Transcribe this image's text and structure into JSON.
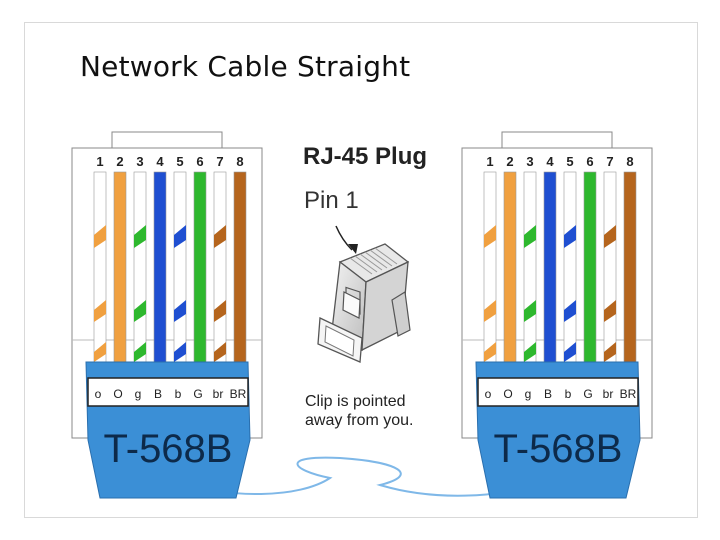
{
  "title": "Network Cable Straight",
  "plug_heading": "RJ-45 Plug",
  "pin_label": "Pin 1",
  "clip_note_line1": "Clip is pointed",
  "clip_note_line2": "away from you.",
  "connectors": [
    {
      "id": "left",
      "standard": "T-568B",
      "pin_numbers": [
        "1",
        "2",
        "3",
        "4",
        "5",
        "6",
        "7",
        "8"
      ],
      "wire_codes": [
        "o",
        "O",
        "g",
        "B",
        "b",
        "G",
        "br",
        "BR"
      ]
    },
    {
      "id": "right",
      "standard": "T-568B",
      "pin_numbers": [
        "1",
        "2",
        "3",
        "4",
        "5",
        "6",
        "7",
        "8"
      ],
      "wire_codes": [
        "o",
        "O",
        "g",
        "B",
        "b",
        "G",
        "br",
        "BR"
      ]
    }
  ],
  "wires": [
    {
      "color": "#f0a040",
      "striped": true
    },
    {
      "color": "#f0a040",
      "striped": false
    },
    {
      "color": "#2eb82e",
      "striped": true
    },
    {
      "color": "#1f4fd1",
      "striped": false
    },
    {
      "color": "#1f4fd1",
      "striped": true
    },
    {
      "color": "#2eb82e",
      "striped": false
    },
    {
      "color": "#b5651d",
      "striped": true
    },
    {
      "color": "#b5651d",
      "striped": false
    }
  ],
  "colors": {
    "jacket": "#3b8fd6",
    "cable": "#7fb8e8"
  }
}
